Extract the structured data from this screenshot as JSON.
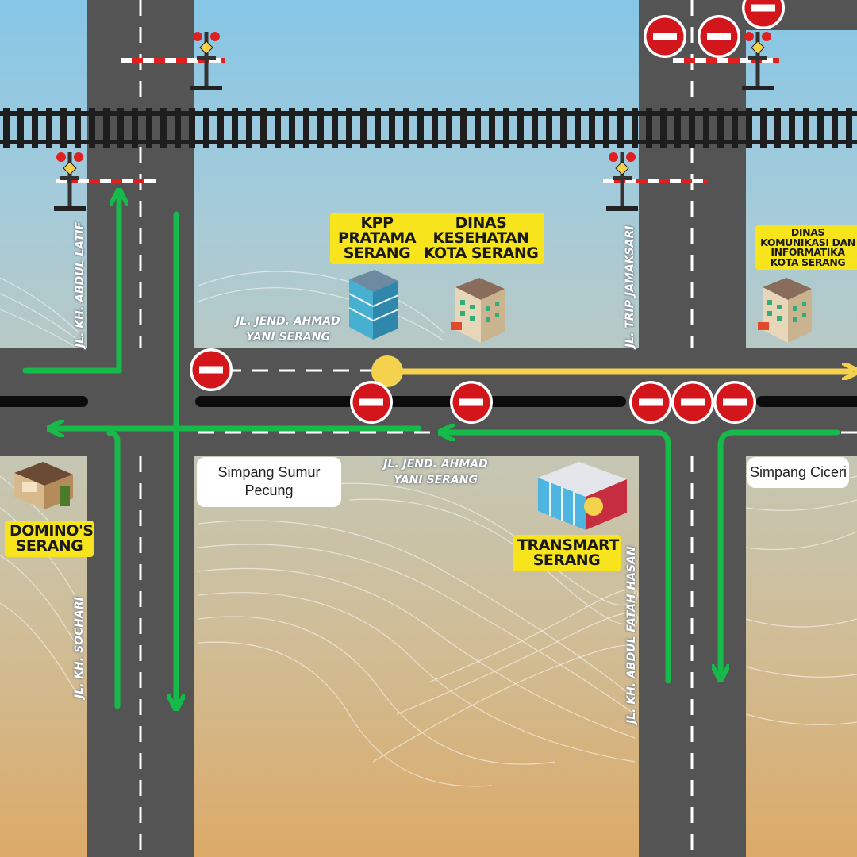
{
  "landmarks": {
    "kpp": "KPP PRATAMA SERANG",
    "dinkes": "DINAS KESEHATAN KOTA SERANG",
    "diskominfo": "DINAS KOMUNIKASI DAN INFORMATIKA KOTA SERANG",
    "dominos": "DOMINO'S SERANG",
    "transmart": "TRANSMART SERANG"
  },
  "streets": {
    "kh_abdul_latif": "JL. KH. ABDUL LATIF",
    "trip_jamaksari": "JL. TRIP JAMAKSARI",
    "kh_sochari": "JL. KH. SOCHARI",
    "kh_abdul_fatah_hasan": "JL. KH. ABDUL FATAH HASAN",
    "ahmad_yani_north": "JL. JEND. AHMAD YANI SERANG",
    "ahmad_yani_south": "JL. JEND. AHMAD YANI SERANG"
  },
  "intersections": {
    "sumur_pecung": "Simpang Sumur Pecung",
    "ciceri": "Simpang Ciceri"
  },
  "colors": {
    "road": "#545454",
    "route_green": "#16b94a",
    "route_yellow": "#f4d24e",
    "no_entry_red": "#d3161c",
    "label_yellow": "#f7e41c"
  },
  "icons": {
    "no_entry": "no-entry-sign-icon",
    "rail_signal": "railway-crossing-signal-icon",
    "building": "building-icon"
  }
}
